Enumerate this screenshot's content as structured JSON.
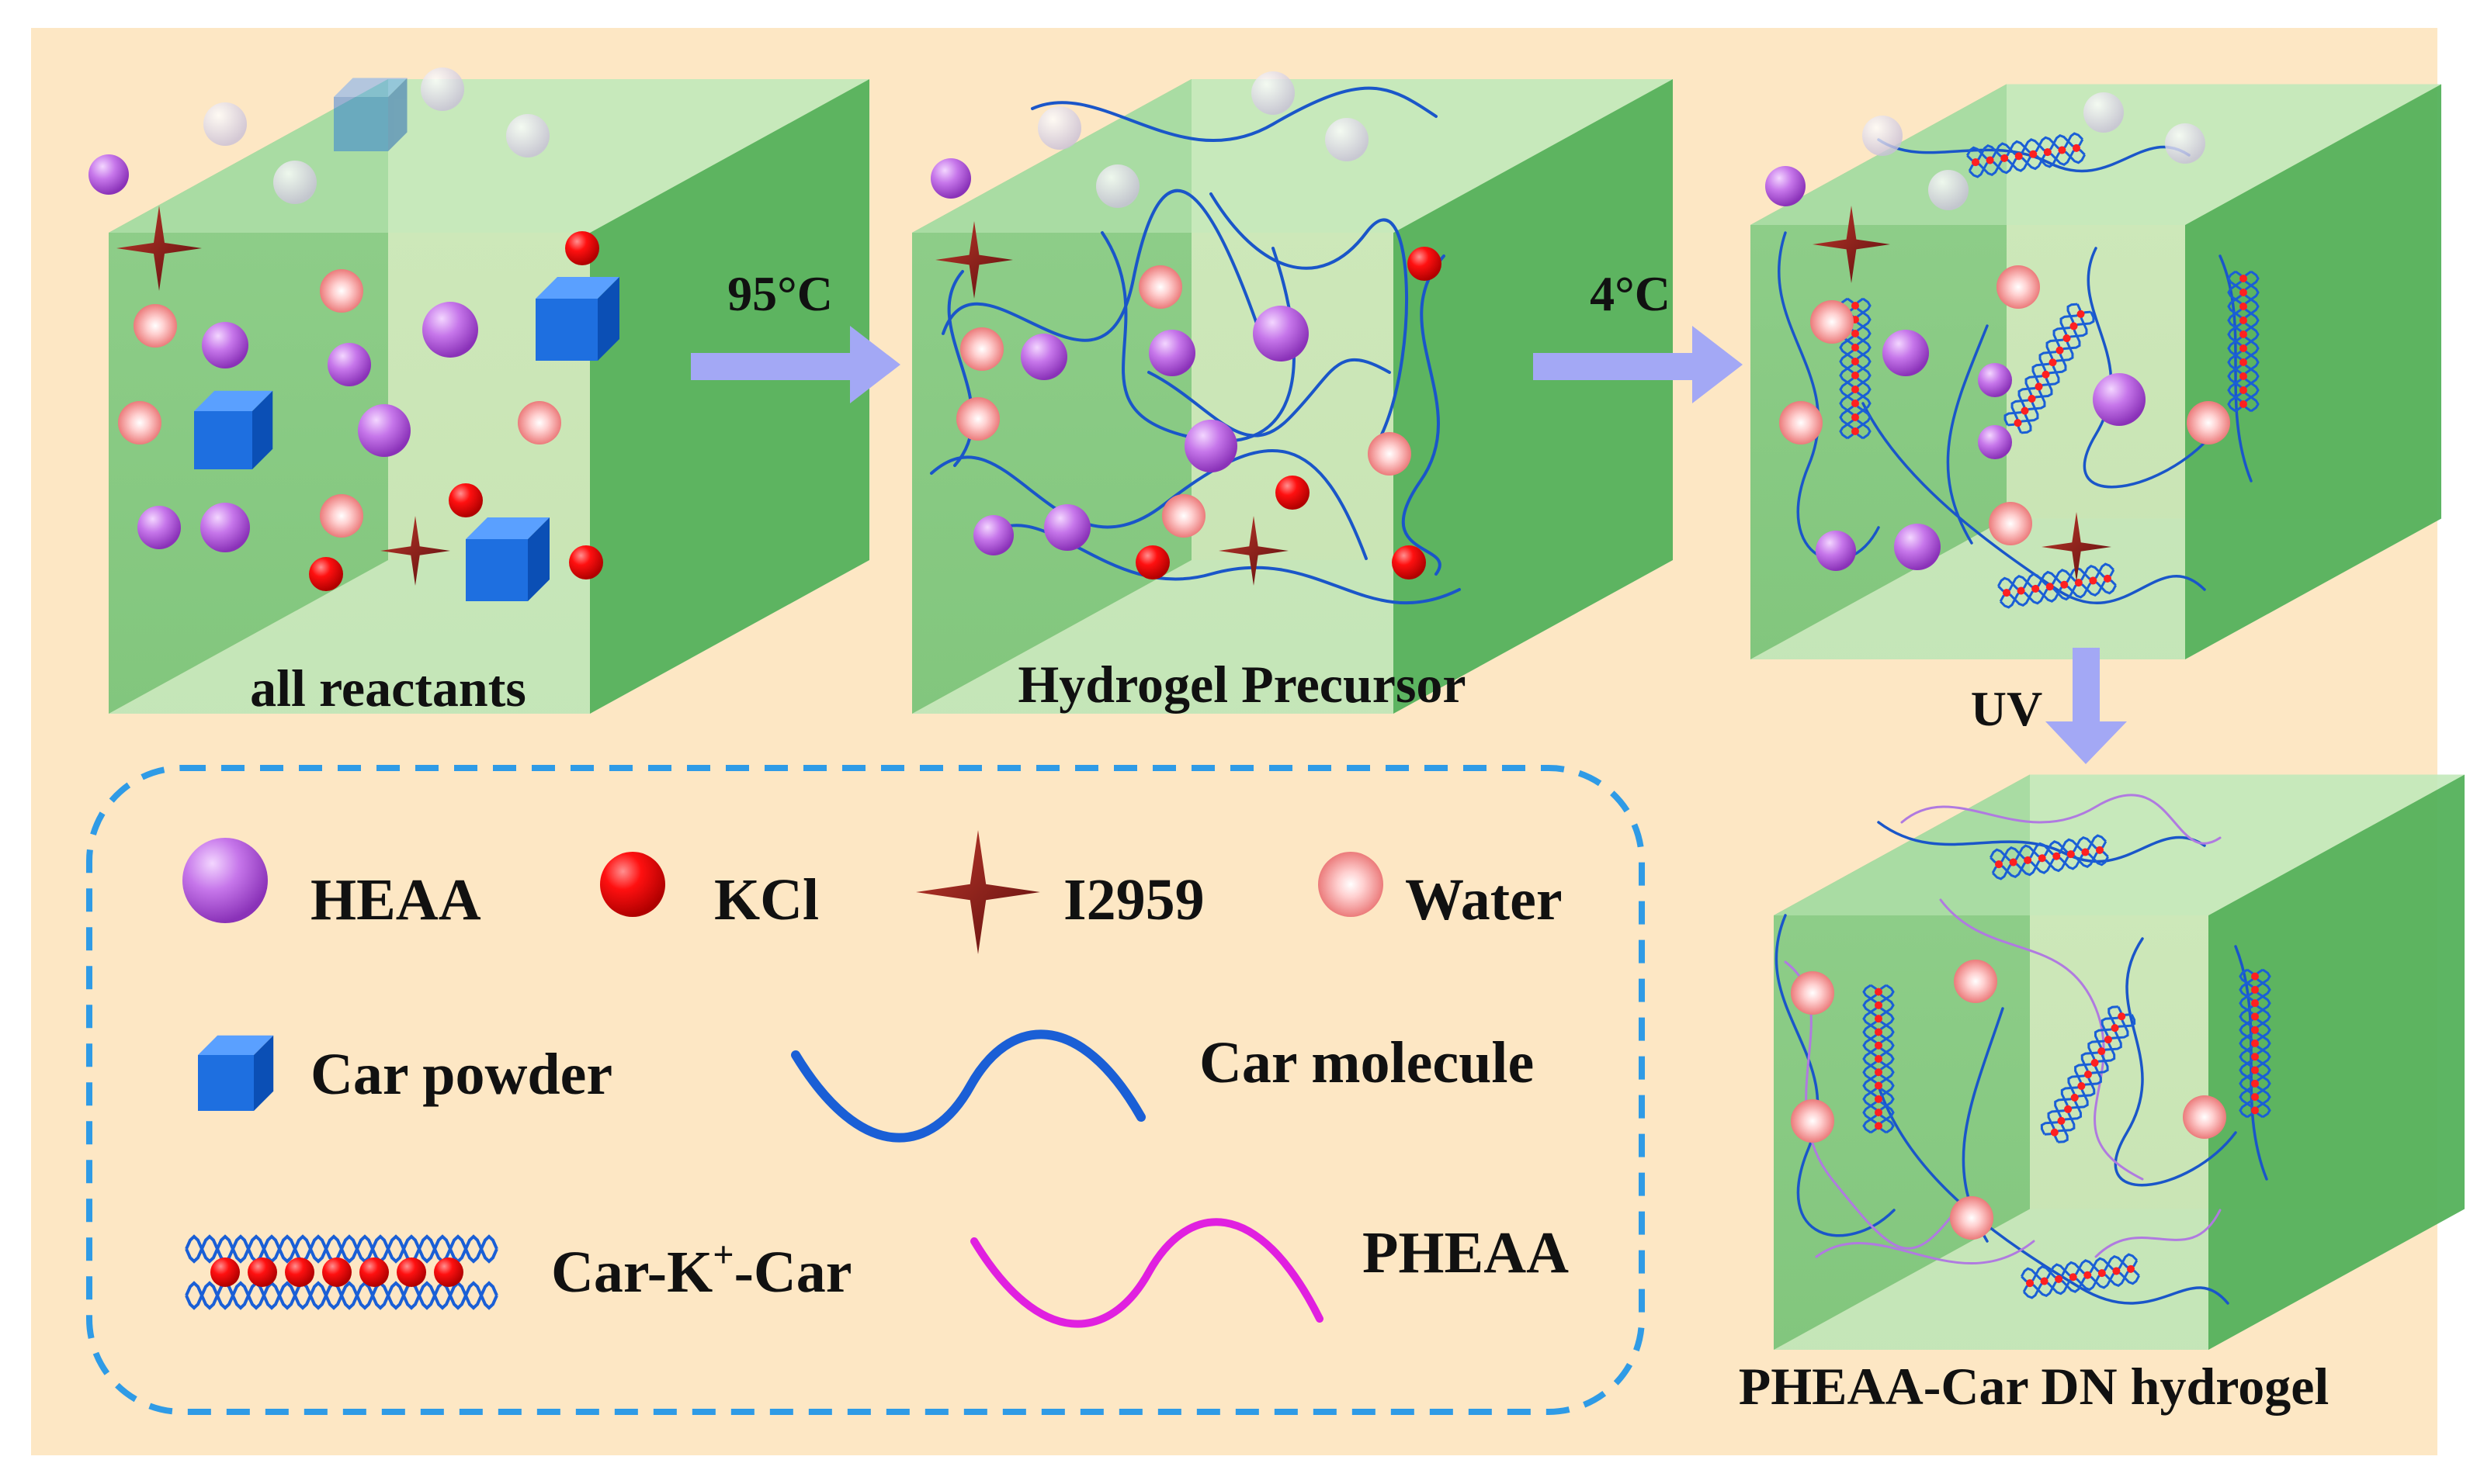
{
  "stage_labels": {
    "all_reactants": "all reactants",
    "hydrogel_precursor": "Hydrogel Precursor",
    "dn_hydrogel": "PHEAA-Car DN hydrogel"
  },
  "arrows": {
    "heat": "95°C",
    "cool": "4°C",
    "uv": "UV"
  },
  "legend": {
    "heaa": "HEAA",
    "kcl": "KCl",
    "i2959": "I2959",
    "water": "Water",
    "car_powder": "Car powder",
    "car_molecule": "Car molecule",
    "complex_base": "Car-K",
    "complex_sup": "+",
    "complex_tail": "-Car",
    "pheaa": "PHEAA"
  },
  "colors": {
    "background": "#fde7c4",
    "cube_face": "#9fdb9a",
    "cube_side": "#4fae55",
    "heaa": "#b25cd9",
    "kcl": "#ff0000",
    "i2959": "#8b1a1a",
    "water": "#f28c8c",
    "car_powder": "#1e6fe0",
    "car_chain": "#1a56c9",
    "pheaa_chain": "#e030e0",
    "arrow": "#a3a8f5",
    "legend_border": "#2f9be6"
  }
}
